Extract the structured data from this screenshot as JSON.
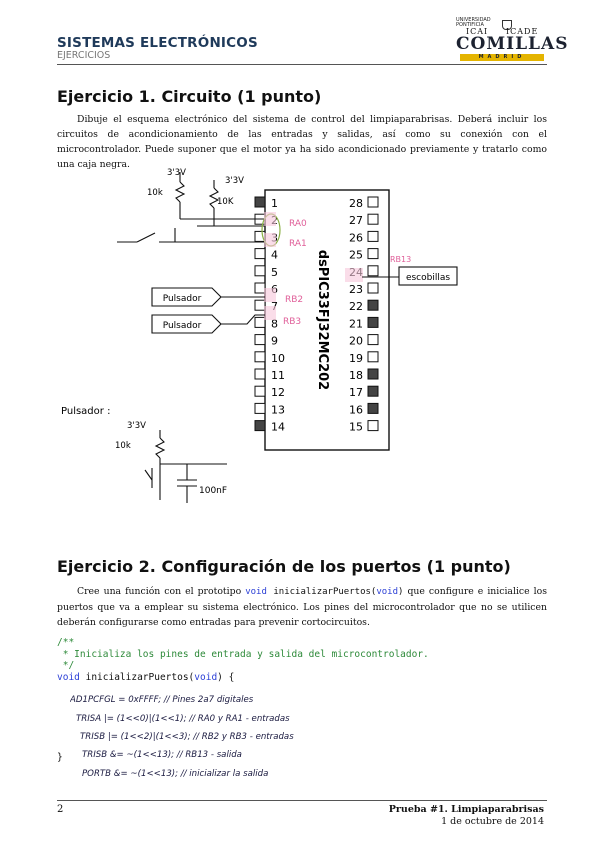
{
  "header": {
    "title": "SISTEMAS ELECTRÓNICOS",
    "subtitle": "EJERCICIOS"
  },
  "logo": {
    "university": "UNIVERSIDAD PONTIFICIA",
    "icai": "ICAI",
    "icade": "ICADE",
    "name": "COMILLAS",
    "city": "MADRID"
  },
  "exercise1": {
    "heading": "Ejercicio 1.  Circuito (1 punto)",
    "text": "Dibuje el esquema electrónico del sistema de control del limpiaparabrisas. Deberá incluir los circuitos de acondicionamiento de las entradas y salidas, así como su conexión con el microcontrolador. Puede suponer que el motor ya ha sido acondicionado previamente y tratarlo como una caja negra."
  },
  "chip": {
    "name": "dsPIC33FJ32MC202",
    "left_pins": [
      "1",
      "2",
      "3",
      "4",
      "5",
      "6",
      "7",
      "8",
      "9",
      "10",
      "11",
      "12",
      "13",
      "14"
    ],
    "right_pins": [
      "28",
      "27",
      "26",
      "25",
      "24",
      "23",
      "22",
      "21",
      "20",
      "19",
      "18",
      "17",
      "16",
      "15"
    ]
  },
  "sketch": {
    "vcc1": "3'3V",
    "r1": "10k",
    "vcc2": "3'3V",
    "r2": "10K",
    "ra0": "RA0",
    "ra1": "RA1",
    "rb2": "RB2",
    "rb3": "RB3",
    "rb13": "RB13",
    "escobillas": "escobillas",
    "pulsador_a": "Pulsador",
    "pulsador_b": "Pulsador",
    "pulsador_title": "Pulsador :",
    "vcc3": "3'3V",
    "r3": "10k",
    "cap": "100nF"
  },
  "exercise2": {
    "heading": "Ejercicio 2.  Configuración de los puertos (1 punto)",
    "text_before": "Cree una función con el prototipo ",
    "proto_kw1": "void",
    "proto_name": " inicializarPuertos(",
    "proto_kw2": "void",
    "proto_end": ")",
    "text_after": " que configure e inicialice los puertos que va a emplear su sistema electrónico. Los pines del microcontrolador que no se utilicen deberán configurarse como entradas para prevenir cortocircuitos."
  },
  "code": {
    "c1": "/**",
    "c2": " * Inicializa los pines de entrada y salida del microcontrolador.",
    "c3": " */",
    "sig_kw1": "void",
    "sig_name": " inicializarPuertos(",
    "sig_kw2": "void",
    "sig_end": ") {",
    "close": "}"
  },
  "handwritten": {
    "l1": "AD1PCFGL = 0xFFFF; // Pines 2a7 digitales",
    "l2": "TRISA |= (1<<0)|(1<<1); // RA0 y RA1 - entradas",
    "l3": "TRISB |= (1<<2)|(1<<3); // RB2 y RB3 - entradas",
    "l4": "TRISB &= ~(1<<13); // RB13 - salida",
    "l5": "PORTB &= ~(1<<13); // inicializar la salida"
  },
  "footer": {
    "page": "2",
    "title": "Prueba #1. Limpiaparabrisas",
    "date": "1 de octubre de 2014"
  }
}
